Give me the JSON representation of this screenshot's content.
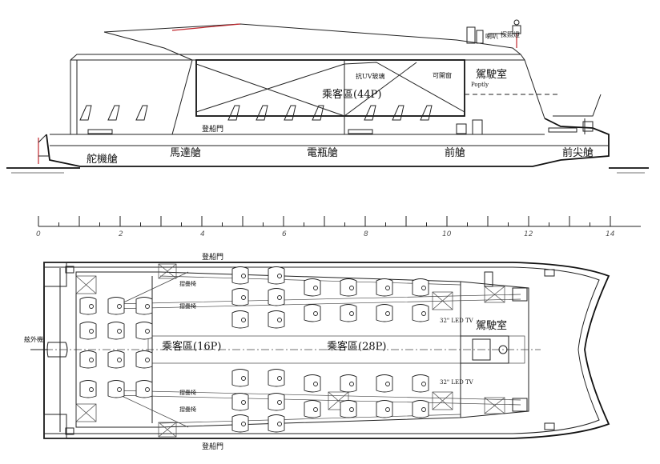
{
  "elevation": {
    "labels": {
      "wheelhouse": "駕駛室",
      "passenger_area_44p": "乘客區(44P)",
      "uv_glass": "抗UV玻璃",
      "openable_window": "可開窗",
      "boarding_door": "登船門",
      "horn": "喇叭",
      "searchlight": "探照燈",
      "rudder_compartment": "舵機艙",
      "motor_compartment": "馬達艙",
      "battery_compartment": "電瓶艙",
      "fore_compartment": "前艙",
      "forepeak": "前尖艙",
      "poptly": "Poptly"
    }
  },
  "scale": {
    "ticks": [
      "0",
      "2",
      "4",
      "6",
      "8",
      "10",
      "12",
      "14"
    ]
  },
  "plan": {
    "labels": {
      "boarding_door_top": "登船門",
      "boarding_door_bottom": "登船門",
      "passenger_area_16p": "乘客區(16P)",
      "passenger_area_28p": "乘客區(28P)",
      "wheelhouse": "駕駛室",
      "outboard_engine": "舷外機",
      "folding_chair_1": "摺疊椅",
      "folding_chair_2": "摺疊椅",
      "folding_chair_3": "摺疊椅",
      "folding_chair_4": "摺疊椅",
      "tv_top": "32\" LED TV",
      "tv_bottom": "32\" LED TV"
    }
  },
  "colors": {
    "line": "#222222",
    "accent_red": "#c0262d",
    "water_line": "#111111"
  }
}
